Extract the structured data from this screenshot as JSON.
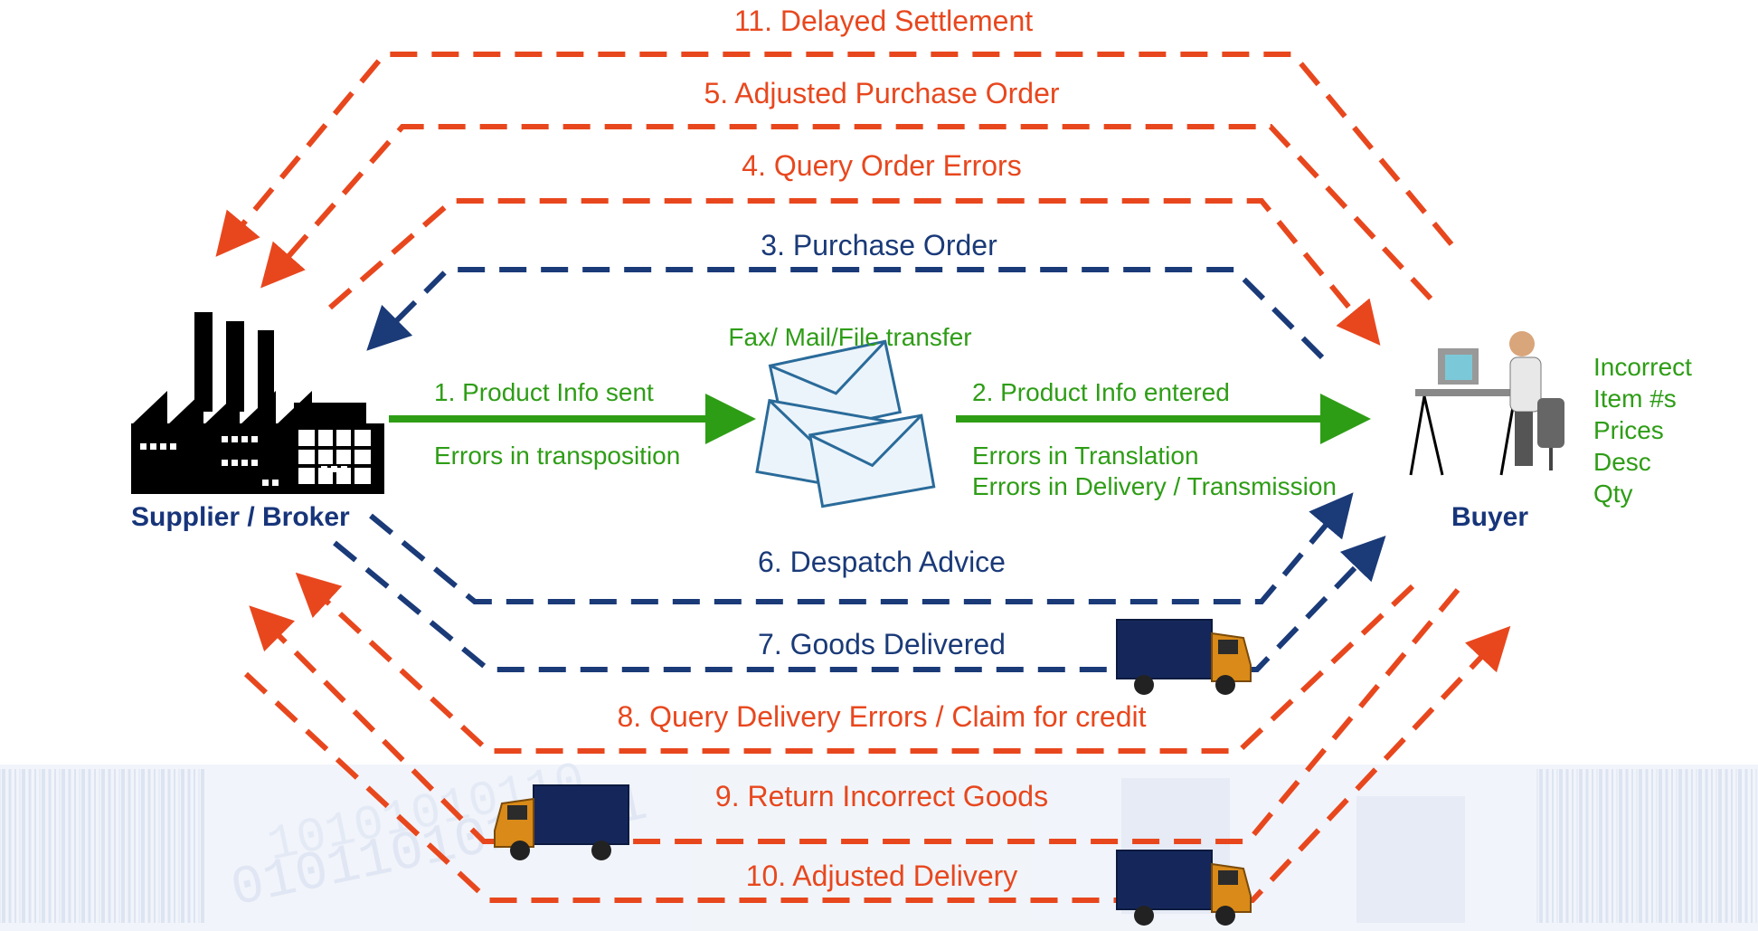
{
  "colors": {
    "error_flow": "#e8471e",
    "info_flow": "#1a3a78",
    "success_flow": "#2e9d16",
    "entity_label": "#17357a",
    "truck_body": "#15275a",
    "truck_cab": "#d98a18"
  },
  "entities": {
    "supplier": "Supplier / Broker",
    "buyer": "Buyer"
  },
  "center": {
    "caption": "Fax/ Mail/File transfer"
  },
  "flows": {
    "s1": "1. Product Info sent",
    "s1_errors": "Errors in transposition",
    "s2": "2. Product Info entered",
    "s2_errors": [
      "Errors in Translation",
      "Errors in Delivery / Transmission"
    ],
    "s3": "3. Purchase Order",
    "s4": "4. Query Order Errors",
    "s5": "5. Adjusted Purchase Order",
    "s6": "6. Despatch Advice",
    "s7": "7. Goods Delivered",
    "s8": "8. Query Delivery Errors / Claim for credit",
    "s9": "9. Return Incorrect Goods",
    "s10": "10. Adjusted Delivery",
    "s11": "11. Delayed Settlement"
  },
  "buyer_issues": {
    "heading": "Incorrect",
    "items": [
      "Item #s",
      "Prices",
      "Desc",
      "Qty"
    ]
  },
  "icons": [
    "factory-icon",
    "envelopes-icon",
    "buyer-workstation-icon",
    "delivery-truck-icon",
    "barcode-background"
  ]
}
